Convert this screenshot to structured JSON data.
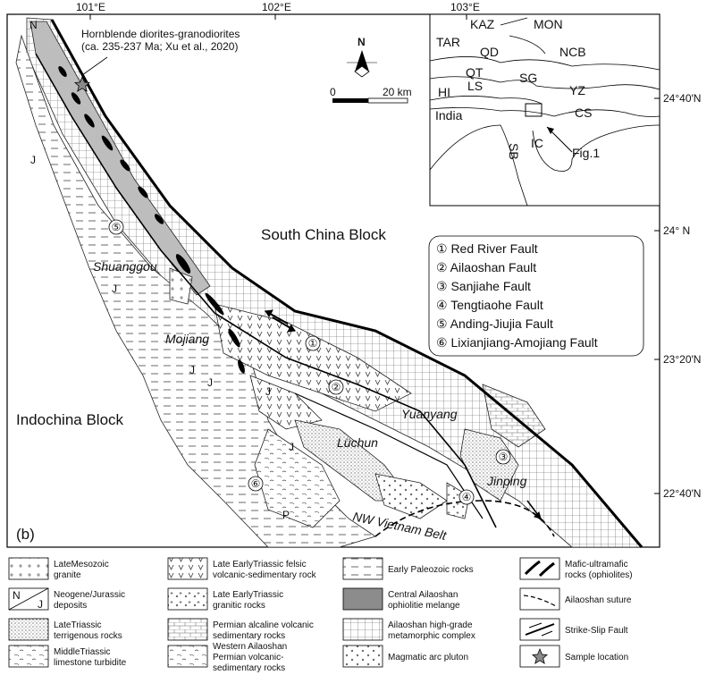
{
  "figure_label": "(b)",
  "lon_ticks": [
    "101°E",
    "102°E",
    "103°E"
  ],
  "lat_ticks": [
    "24°40′N",
    "24° N",
    "23°20′N",
    "22°40′N"
  ],
  "north_arrow": "N",
  "scale": {
    "zero": "0",
    "end": "20 km"
  },
  "sample_note": {
    "line1": "Hornblende diorites-granodiorites",
    "line2": "(ca. 235-237 Ma; Xu et al., 2020)"
  },
  "regions": {
    "south_china": "South China Block",
    "indochina": "Indochina Block",
    "vietnam_belt": "NW Vietnam Belt"
  },
  "places": {
    "shuanggou": "Shuanggou",
    "mojiang": "Mojiang",
    "yuanyang": "Yuanyang",
    "luchun": "Lüchun",
    "jinping": "Jinping"
  },
  "map_symbols": {
    "j": "J",
    "n": "N",
    "p": "P"
  },
  "fault_markers": [
    "①",
    "②",
    "③",
    "④",
    "⑤",
    "⑥"
  ],
  "faults": [
    "① Red River Fault",
    "② Ailaoshan Fault",
    "③ Sanjiahe Fault",
    "④ Tengtiaohe Fault",
    "⑤ Anding-Jiujia Fault",
    "⑥ Lixianjiang-Amojiang Fault"
  ],
  "inset": {
    "labels": [
      "KAZ",
      "MON",
      "TAR",
      "QD",
      "NCB",
      "QT",
      "SG",
      "LS",
      "HI",
      "YZ",
      "India",
      "CS",
      "SB",
      "IC"
    ],
    "fig_ref": "Fig.1"
  },
  "legend": [
    {
      "key": "late-mesozoic-granite",
      "lines": [
        "LateMesozoic",
        "granite"
      ]
    },
    {
      "key": "late-early-triassic-felsic",
      "lines": [
        "Late EarlyTriassic felsic",
        "volcanic-sedimentary rock"
      ]
    },
    {
      "key": "early-paleozoic",
      "lines": [
        "Early Paleozoic rocks"
      ]
    },
    {
      "key": "mafic-ultramafic",
      "lines": [
        "Mafic-ultramafic",
        "rocks (ophiolites)"
      ]
    },
    {
      "key": "neogene-jurassic",
      "lines": [
        "Neogene/Jurassic",
        "deposits"
      ]
    },
    {
      "key": "late-early-triassic-granitic",
      "lines": [
        "Late EarlyTriassic",
        "granitic rocks"
      ]
    },
    {
      "key": "central-ailaoshan",
      "lines": [
        "Central Ailaoshan",
        "ophiolitie melange"
      ]
    },
    {
      "key": "ailaoshan-suture",
      "lines": [
        "Ailaoshan suture"
      ]
    },
    {
      "key": "late-triassic-terrigenous",
      "lines": [
        "LateTriassic",
        "terrigenous rocks"
      ]
    },
    {
      "key": "permian-alcaline",
      "lines": [
        "Permian alcaline volcanic",
        "sedimentary rocks"
      ]
    },
    {
      "key": "ailaoshan-high-grade",
      "lines": [
        "Ailaoshan high-grade",
        "metamorphic complex"
      ]
    },
    {
      "key": "strike-slip",
      "lines": [
        "Strike-Slip Fault"
      ]
    },
    {
      "key": "middle-triassic-limestone",
      "lines": [
        "MiddleTriassic",
        "limestone turbidite"
      ]
    },
    {
      "key": "western-ailaoshan-permian",
      "lines": [
        "Western Ailaoshan",
        "Permian volcanic-",
        "sedimentary rocks"
      ]
    },
    {
      "key": "magmatic-arc",
      "lines": [
        "Magmatic arc pluton"
      ]
    },
    {
      "key": "sample-location",
      "lines": [
        "Sample location"
      ]
    }
  ],
  "legend_symbols": {
    "n": "N",
    "j": "J"
  }
}
